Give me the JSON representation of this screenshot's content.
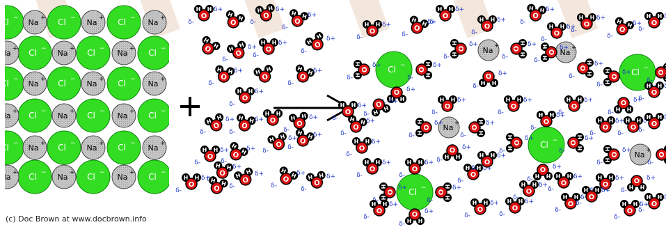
{
  "labels": {
    "chloride": "Cl",
    "sodium": "Na",
    "minus": "−",
    "plus": "+",
    "oxygen": "O",
    "hydrogen": "H",
    "delta_minus": "δ-",
    "delta_plus": "δ+",
    "plus_sign": "+",
    "credit": "(c) Doc Brown at www.docbrown.info"
  },
  "colors": {
    "chloride_fill": "#33dd22",
    "sodium_fill": "#bdbdbd",
    "oxygen_fill": "#dd1111",
    "hydrogen_fill": "#000000",
    "delta_text": "#1a33cc",
    "watermark": "#f3e6dc"
  },
  "icons": {
    "arrow": "right-arrow-icon",
    "plus": "plus-icon"
  }
}
